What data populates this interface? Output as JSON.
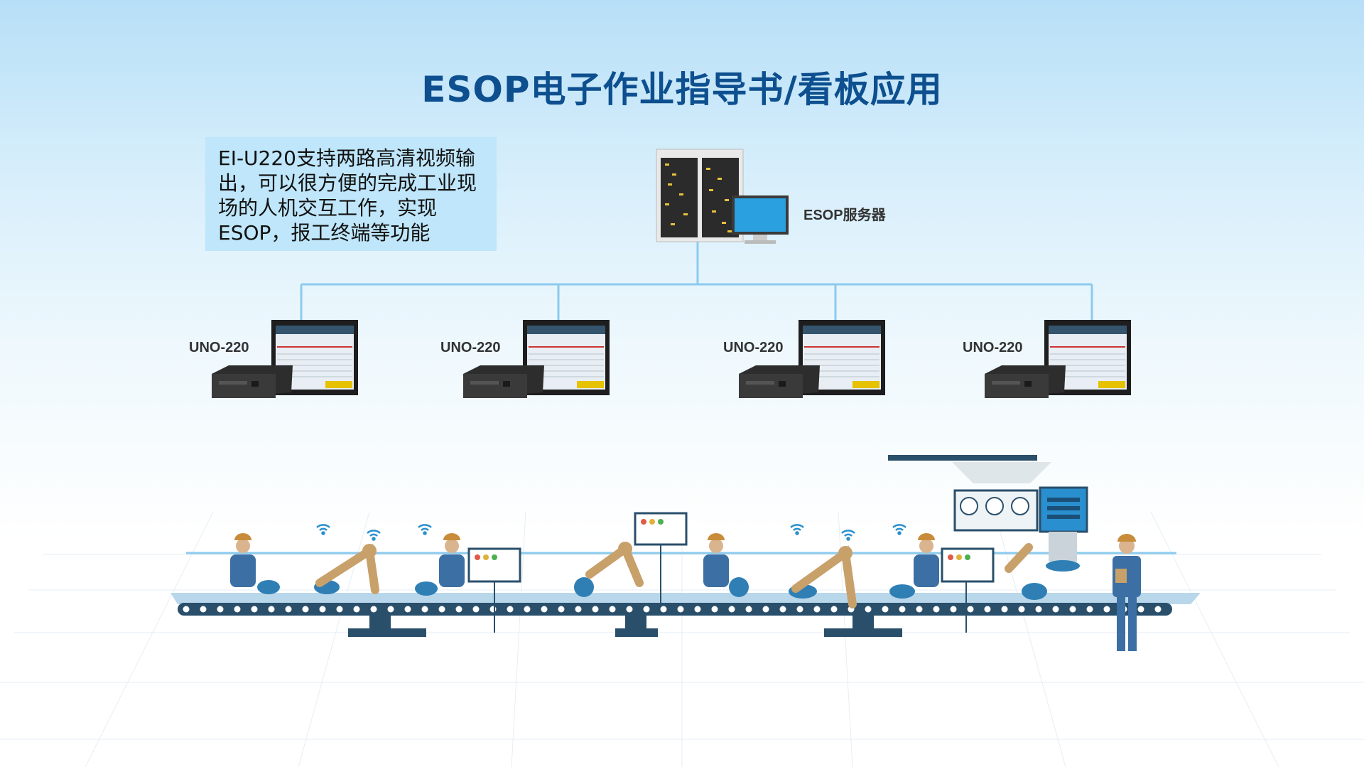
{
  "title": "ESOP电子作业指导书/看板应用",
  "description": "EI-U220支持两路高清视频输出，可以很方便的完成工业现场的人机交互工作，实现ESOP，报工终端等功能",
  "server_label": "ESOP服务器",
  "devices": [
    {
      "label": "UNO-220"
    },
    {
      "label": "UNO-220"
    },
    {
      "label": "UNO-220"
    },
    {
      "label": "UNO-220"
    }
  ],
  "colors": {
    "title": "#0d4f8f",
    "line": "#8ccbee",
    "belt": "#2a4f6b",
    "robot": "#c8a06a",
    "worker": "#3c6fa3"
  },
  "icons": [
    "server-rack-icon",
    "desktop-computer-icon",
    "industrial-pc-icon",
    "touch-monitor-icon",
    "conveyor-belt-icon",
    "robot-arm-icon",
    "worker-icon",
    "wifi-icon",
    "dashboard-panel-icon"
  ]
}
